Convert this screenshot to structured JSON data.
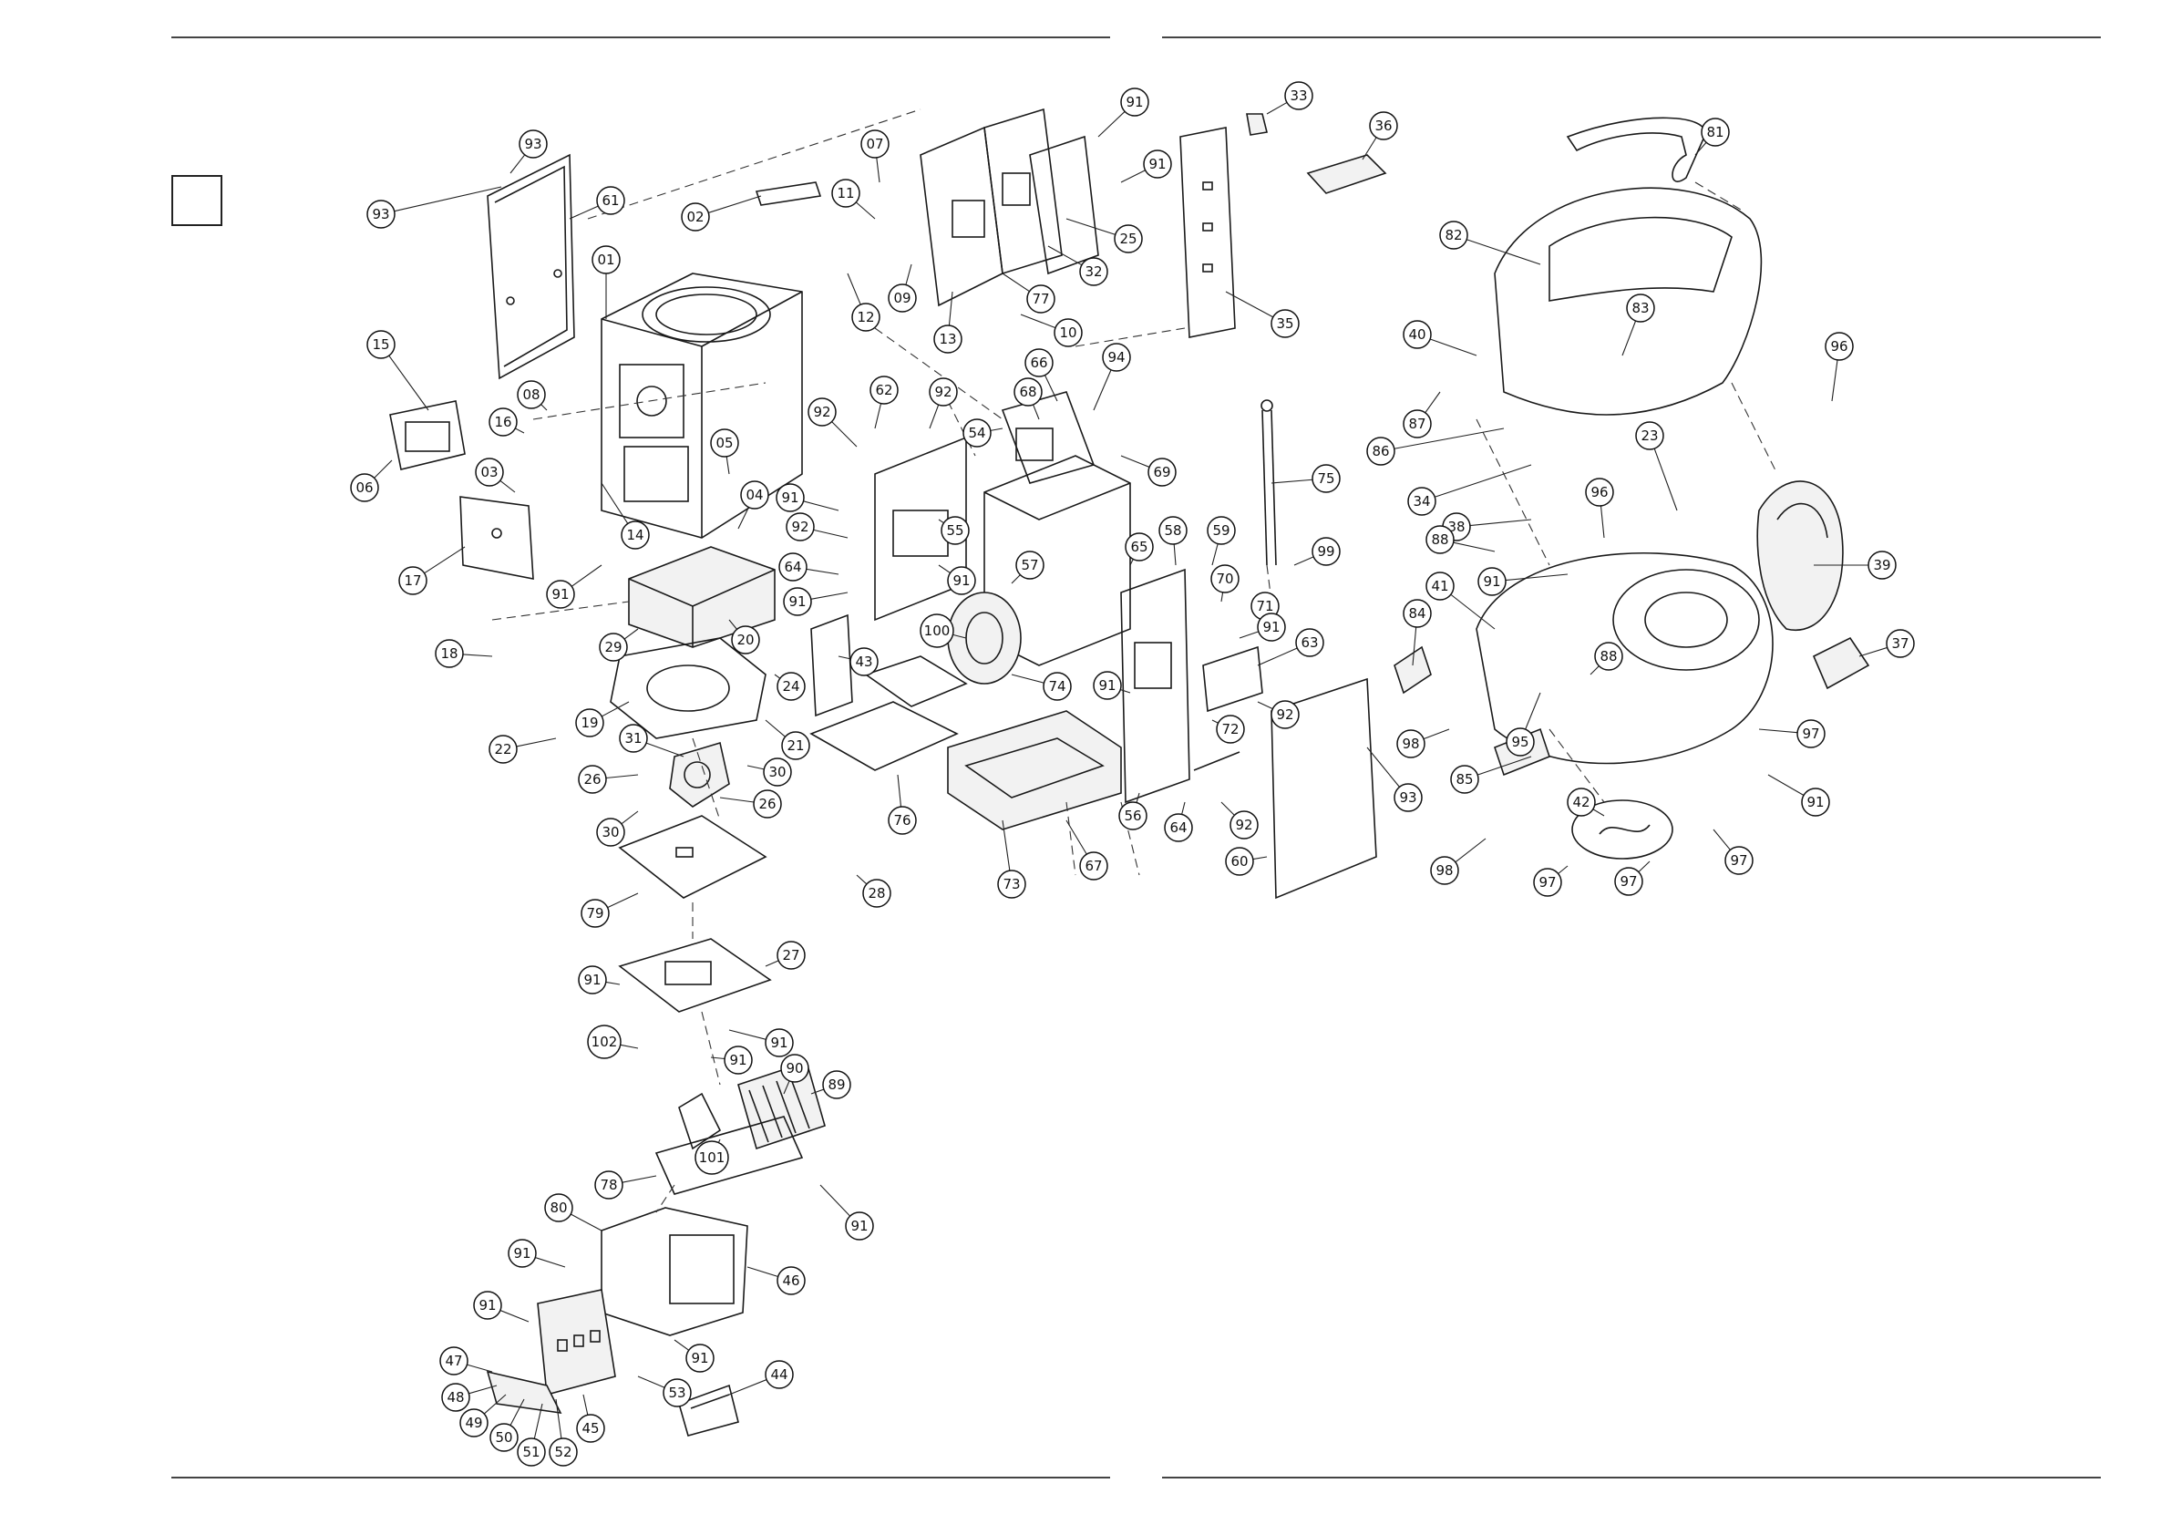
{
  "diagram": {
    "corner_box_label": "",
    "callout_labels": [
      "93",
      "61",
      "01",
      "02",
      "93",
      "07",
      "11",
      "91",
      "91",
      "25",
      "32",
      "77",
      "12",
      "09",
      "13",
      "10",
      "33",
      "36",
      "35",
      "81",
      "82",
      "83",
      "40",
      "87",
      "86",
      "96",
      "34",
      "23",
      "96",
      "38",
      "88",
      "91",
      "39",
      "41",
      "84",
      "88",
      "37",
      "98",
      "95",
      "85",
      "42",
      "97",
      "97",
      "91",
      "98",
      "97",
      "97",
      "15",
      "08",
      "16",
      "06",
      "03",
      "14",
      "17",
      "91",
      "29",
      "20",
      "18",
      "24",
      "19",
      "21",
      "22",
      "31",
      "26",
      "26",
      "30",
      "30",
      "79",
      "28",
      "05",
      "04",
      "62",
      "92",
      "92",
      "91",
      "92",
      "64",
      "91",
      "55",
      "91",
      "57",
      "43",
      "100",
      "74",
      "76",
      "73",
      "67",
      "54",
      "68",
      "66",
      "94",
      "69",
      "65",
      "58",
      "59",
      "70",
      "71",
      "91",
      "63",
      "91",
      "72",
      "92",
      "56",
      "64",
      "92",
      "60",
      "93",
      "75",
      "99",
      "27",
      "91",
      "91",
      "102",
      "91",
      "90",
      "89",
      "101",
      "78",
      "91",
      "80",
      "91",
      "46",
      "91",
      "91",
      "47",
      "48",
      "49",
      "50",
      "51",
      "52",
      "45",
      "53",
      "44"
    ]
  }
}
